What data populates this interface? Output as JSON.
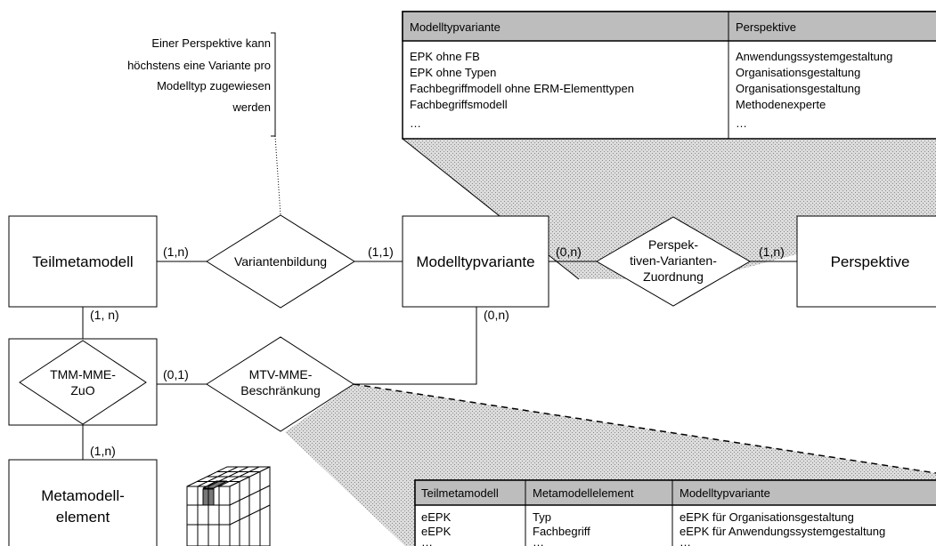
{
  "entities": {
    "teilmetamodell": "Teilmetamodell",
    "modelltypvariante": "Modelltypvariante",
    "perspektive": "Perspektive",
    "metamodellelement": [
      "Metamodell-",
      "element"
    ]
  },
  "relationships": {
    "variantenbildung": [
      "Variantenbildung"
    ],
    "perspektiven_zuordnung": [
      "Perspek-",
      "tiven-Varianten-",
      "Zuordnung"
    ],
    "tmm_mme": [
      "TMM-MME-",
      "ZuO"
    ],
    "mtv_mme": [
      "MTV-MME-",
      "Beschränkung"
    ]
  },
  "cardinalities": {
    "tmm_variantenbildung": "(1,n)",
    "variantenbildung_mtv": "(1,1)",
    "mtv_zuordnung": "(0,n)",
    "zuordnung_perspektive": "(1,n)",
    "tmm_tmmzuo": "(1, n)",
    "mtv_beschraenkung": "(0,n)",
    "tmmzuo_beschraenkung": "(0,1)",
    "tmmzuo_mme": "(1,n)"
  },
  "note": [
    "Einer Perspektive kann",
    "höchstens eine Variante pro",
    "Modelltyp zugewiesen",
    "werden"
  ],
  "table_top": {
    "headers": [
      "Modelltypvariante",
      "Perspektive"
    ],
    "rows": [
      [
        "EPK ohne FB",
        "Anwendungssystemgestaltung"
      ],
      [
        "EPK ohne Typen",
        "Organisationsgestaltung"
      ],
      [
        "Fachbegriffmodell ohne ERM-Elementtypen",
        "Organisationsgestaltung"
      ],
      [
        "Fachbegriffsmodell",
        "Methodenexperte"
      ],
      [
        "…",
        "…"
      ]
    ]
  },
  "table_bottom": {
    "headers": [
      "Teilmetamodell",
      "Metamodellelement",
      "Modelltypvariante"
    ],
    "rows": [
      [
        "eEPK",
        "Typ",
        "eEPK für Organisationsgestaltung"
      ],
      [
        "eEPK",
        "Fachbegriff",
        "eEPK für Anwendungssystemgestaltung"
      ],
      [
        "…",
        "…",
        "…"
      ]
    ]
  },
  "colors": {
    "table_header_bg": "#bdbdbd",
    "table_body_bg": "#ffffff",
    "shade_fill": "#c8c8c8",
    "cube_highlight": "#777777",
    "line": "#000000"
  },
  "icons": [
    "data-cube-icon"
  ]
}
